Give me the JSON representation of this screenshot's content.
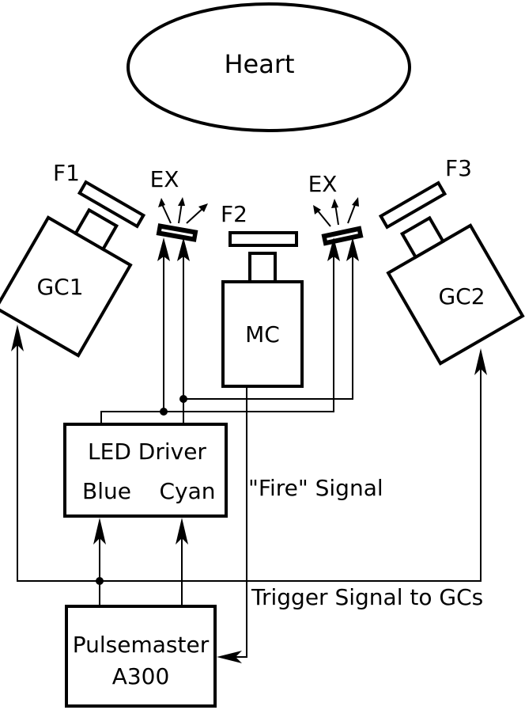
{
  "labels": {
    "heart": "Heart",
    "f1": "F1",
    "f2": "F2",
    "f3": "F3",
    "ex_left": "EX",
    "ex_right": "EX",
    "gc1": "GC1",
    "gc2": "GC2",
    "mc": "MC",
    "led_driver": "LED Driver",
    "blue": "Blue",
    "cyan": "Cyan",
    "fire_signal": "\"Fire\" Signal",
    "trigger_signal": "Trigger Signal to GCs",
    "pulsemaster_line1": "Pulsemaster",
    "pulsemaster_line2": "A300"
  }
}
